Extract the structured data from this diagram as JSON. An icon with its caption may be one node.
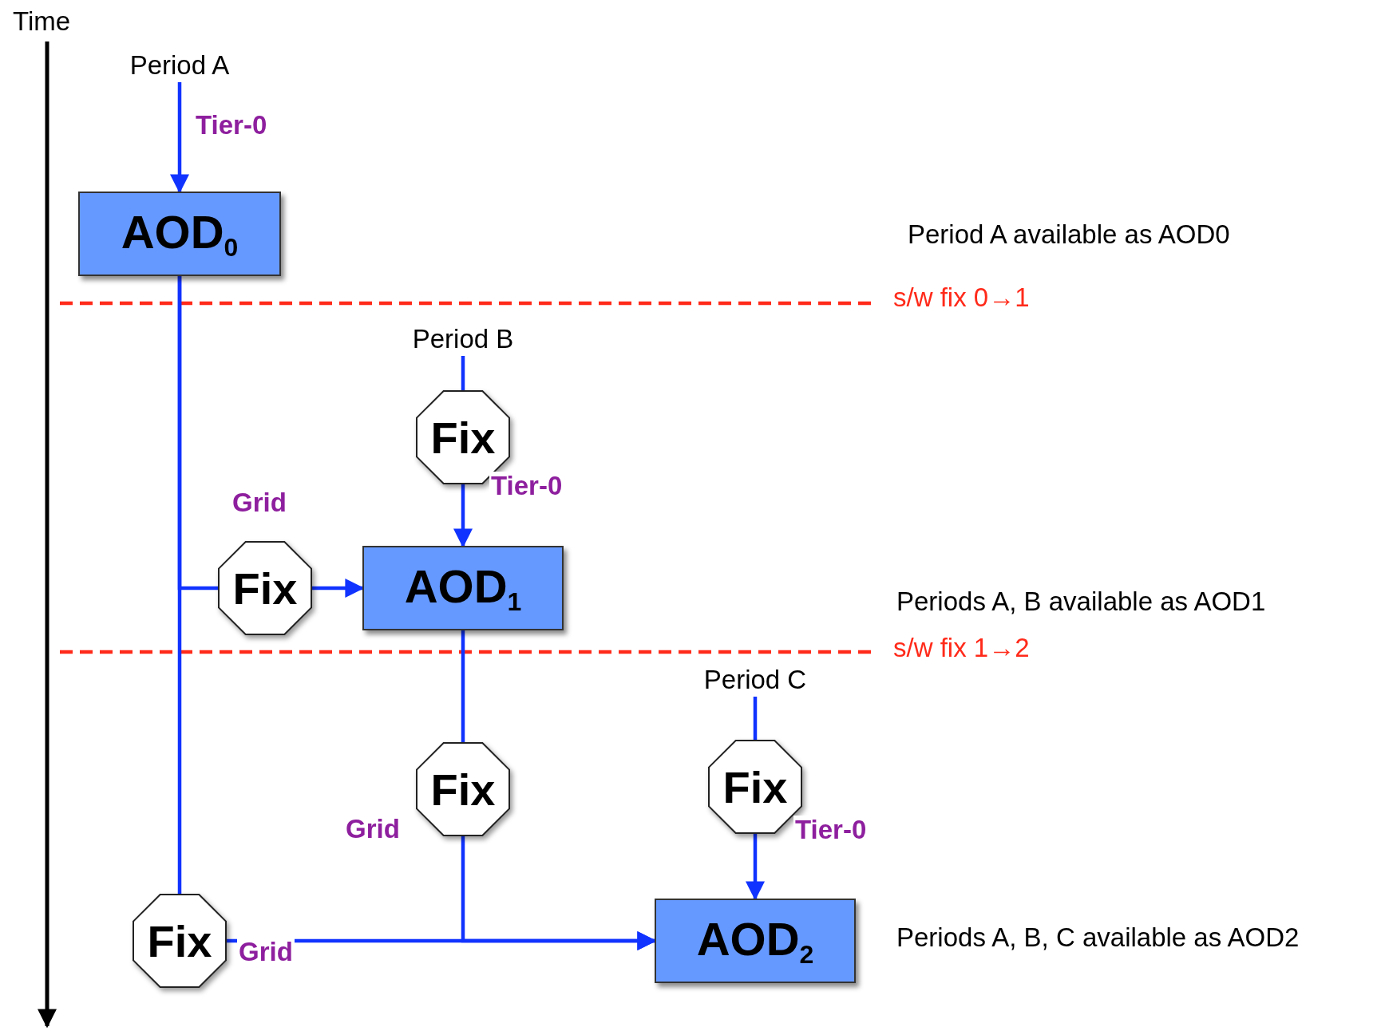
{
  "diagram": {
    "nodes": [
      {
        "text": [
          "Period A"
        ]
      },
      {
        "text": [
          "AOD$_{0}$"
        ]
      },
      {
        "text": [
          "Period B"
        ]
      },
      {
        "text": [
          "Fix"
        ]
      },
      {
        "text": [
          "AOD$_{1}$"
        ]
      },
      {
        "text": [
          "Fix"
        ]
      },
      {
        "text": [
          "Period C"
        ]
      },
      {
        "text": [
          "Fix"
        ]
      },
      {
        "text": [
          "Fix"
        ]
      },
      {
        "text": [
          "AOD$_{2}$"
        ]
      },
      {
        "text": [
          "Fix"
        ]
      }
    ],
    "edges": [
      {
        "from": 0,
        "to": 1,
        "arrow": "to",
        "label": "Tier-0"
      },
      {
        "from": 2,
        "to": 3,
        "arrow": "none"
      },
      {
        "from": 3,
        "to": 4,
        "arrow": "to",
        "label": "Tier-0"
      },
      {
        "from": 1,
        "to": 5,
        "arrow": "none"
      },
      {
        "from": 5,
        "to": 4,
        "arrow": "to",
        "label": "Grid"
      },
      {
        "from": 1,
        "to": 10,
        "arrow": "none"
      },
      {
        "from": 4,
        "to": 7,
        "arrow": "none"
      },
      {
        "from": 7,
        "to": 9,
        "arrow": "to",
        "label": "Grid"
      },
      {
        "from": 6,
        "to": 8,
        "arrow": "none"
      },
      {
        "from": 8,
        "to": 9,
        "arrow": "to",
        "label": "Tier-0"
      },
      {
        "from": 10,
        "to": 9,
        "arrow": "to",
        "label": "Grid"
      }
    ],
    "labels": [
      "Time",
      "Period A available as AOD0",
      "s/w fix 0→1",
      "Periods A, B available as AOD1",
      "s/w fix 1→2",
      "Periods A, B, C available as AOD2"
    ]
  }
}
